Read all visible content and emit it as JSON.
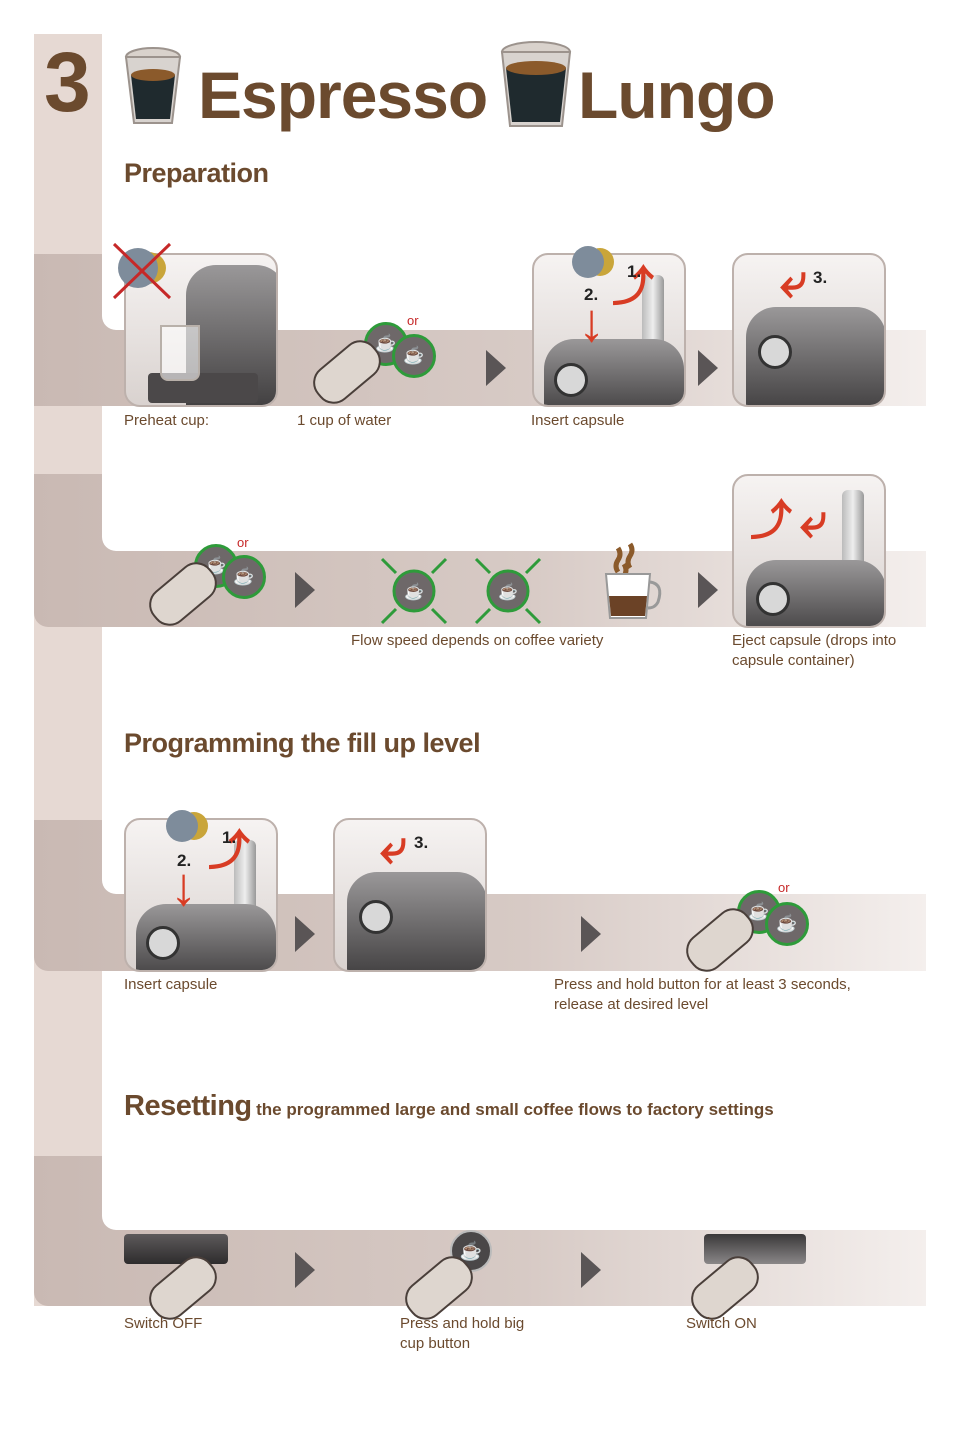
{
  "header": {
    "step_number": "3",
    "title_espresso": "Espresso",
    "title_lungo": "Lungo"
  },
  "sections": {
    "preparation": "Preparation",
    "programming": "Programming the fill up level",
    "resetting": "Resetting",
    "resetting_sub": "the programmed large and small coffee flows to factory settings"
  },
  "preparation": {
    "row1": {
      "or_label": "or",
      "step_labels": [
        "1.",
        "2.",
        "3."
      ],
      "captions": [
        "Preheat cup:",
        "1 cup of water",
        "Insert capsule"
      ]
    },
    "row2": {
      "or_label": "or",
      "captions": [
        "Flow speed depends on coffee variety",
        "Eject capsule (drops into capsule container)"
      ]
    }
  },
  "programming": {
    "or_label": "or",
    "step_labels": [
      "1.",
      "2.",
      "3."
    ],
    "captions": [
      "Insert capsule",
      "Press and hold button for at least 3 seconds, release at desired level"
    ]
  },
  "resetting": {
    "captions": [
      "Switch OFF",
      "Press and hold big cup button",
      "Switch ON"
    ]
  },
  "icons": [
    "espresso-cup-icon",
    "lungo-cup-icon",
    "finger-press-icon",
    "cup-button-icon",
    "play-arrow-icon",
    "capsule-icon",
    "coffee-mug-icon",
    "switch-icon"
  ],
  "colors": {
    "brand_brown": "#6b4a2e",
    "sidebar": "#e6d9d3",
    "green_ring": "#2e9b3a",
    "red_accent": "#d83c24"
  }
}
